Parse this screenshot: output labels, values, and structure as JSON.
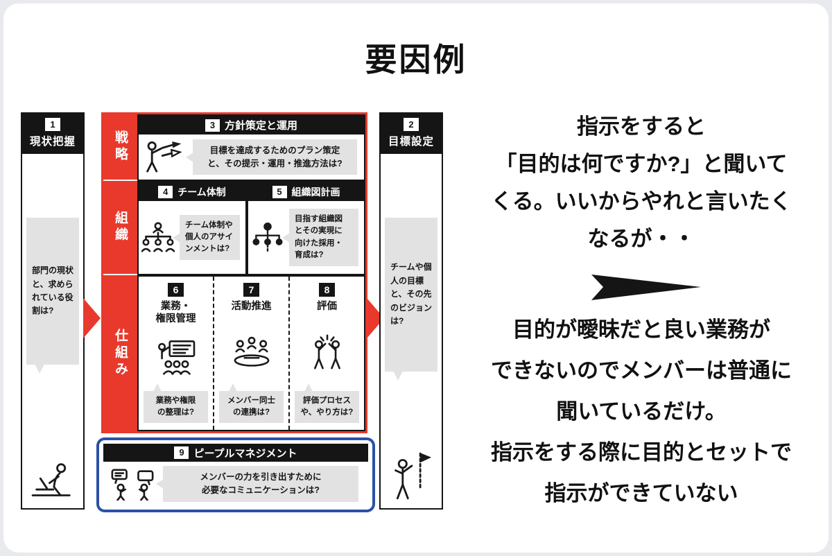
{
  "title": "要因例",
  "colors": {
    "accent_red": "#E8392C",
    "accent_blue": "#2B51A8",
    "bubble_gray": "#E2E2E2",
    "ink_black": "#151515"
  },
  "diagram": {
    "left_column": {
      "number": "1",
      "title": "現状把握",
      "bubble": "部門の現状\nと、求めら\nれている役\n割は?",
      "icon": "laptop-person-icon"
    },
    "right_column": {
      "number": "2",
      "title": "目標設定",
      "bubble": "チームや個\n人の目標\nと、その先\nのビジョン\nは?",
      "icon": "flag-person-icon"
    },
    "rows": [
      {
        "label": "戦略",
        "boxes": [
          {
            "number": "3",
            "title": "方針策定と運用",
            "bubble": "目標を達成するためのプラン策定\nと、その提示・運用・推進方法は?",
            "icon": "presenter-arrows-icon"
          }
        ]
      },
      {
        "label": "組織",
        "boxes": [
          {
            "number": "4",
            "title": "チーム体制",
            "bubble": "チーム体制や\n個人のアサイ\nンメントは?",
            "icon": "team-tree-icon"
          },
          {
            "number": "5",
            "title": "組織図計画",
            "bubble": "目指す組織図\nとその実現に\n向けた採用・\n育成は?",
            "icon": "org-chart-icon"
          }
        ]
      },
      {
        "label": "仕組み",
        "boxes": [
          {
            "number": "6",
            "title": "業務・\n権限管理",
            "bubble": "業務や権限\nの整理は?",
            "icon": "presentation-icon"
          },
          {
            "number": "7",
            "title": "活動推進",
            "bubble": "メンバー同士\nの連携は?",
            "icon": "meeting-icon"
          },
          {
            "number": "8",
            "title": "評価",
            "bubble": "評価プロセス\nや、やり方は?",
            "icon": "evaluation-icon"
          }
        ]
      }
    ],
    "bottom_box": {
      "number": "9",
      "title": "ピープルマネジメント",
      "bubble": "メンバーの力を引き出すために\n必要なコミュニケーションは?",
      "icon": "communication-icon"
    }
  },
  "right_panel": {
    "paragraph1": "指示をすると\n「目的は何ですか?」と聞いて\nくる。いいからやれと言いたく\nなるが・・",
    "paragraph2": "目的が曖昧だと良い業務が\nできないのでメンバーは普通に\n聞いているだけ。\n指示をする際に目的とセットで\n指示ができていない"
  }
}
